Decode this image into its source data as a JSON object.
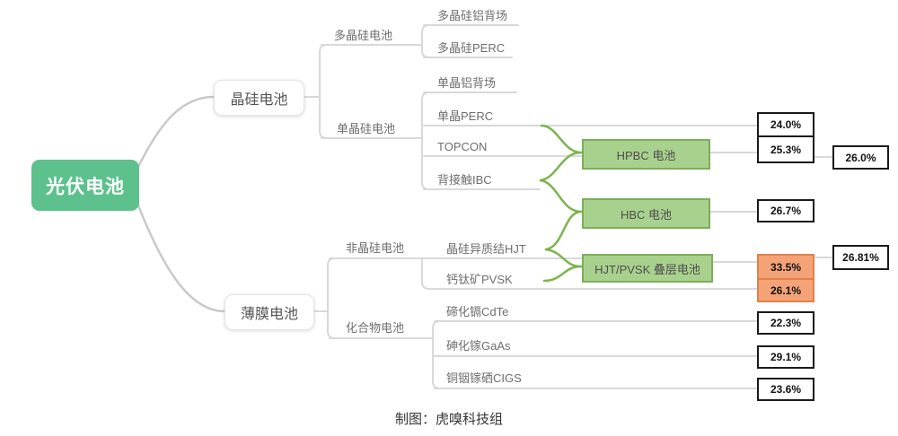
{
  "nodes": {
    "root": "光伏电池",
    "crystalline": "晶硅电池",
    "thin_film": "薄膜电池",
    "poly_si": "多晶硅电池",
    "mono_si": "单晶硅电池",
    "amorphous": "非晶硅电池",
    "compound": "化合物电池",
    "poly_al_bsf": "多晶硅铝背场",
    "poly_perc": "多晶硅PERC",
    "mono_al_bsf": "单晶铝背场",
    "mono_perc": "单晶PERC",
    "topcon": "TOPCON",
    "ibc": "背接触IBC",
    "hjt": "晶硅异质结HJT",
    "pvsk": "钙钛矿PVSK",
    "cdte": "碲化镉CdTe",
    "gaas": "砷化镓GaAs",
    "cigs": "铜铟镓硒CIGS",
    "hpbc": "HPBC 电池",
    "hbc": "HBC 电池",
    "hjt_pvsk_tandem": "HJT/PVSK 叠层电池"
  },
  "efficiencies": {
    "mono_perc": "24.0%",
    "hpbc": "25.3%",
    "hpbc_best": "26.0%",
    "hbc": "26.7%",
    "tandem": "33.5%",
    "tandem_best": "26.81%",
    "pvsk": "26.1%",
    "cdte": "22.3%",
    "gaas": "29.1%",
    "cigs": "23.6%"
  },
  "caption": "制图：虎嗅科技组",
  "colors": {
    "root_green": "#5cc18c",
    "summary_green_fill": "#a9d18e",
    "summary_green_border": "#7cae57",
    "highlight_orange_fill": "#f4a377",
    "highlight_orange_border": "#e2814b",
    "green_connector": "#7cb44e",
    "gray_connector": "#d9d9d9",
    "efficiency_border": "#1a1a1a"
  }
}
